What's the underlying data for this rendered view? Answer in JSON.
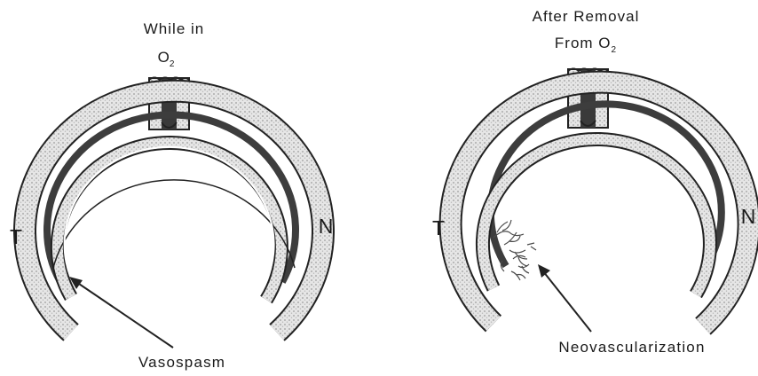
{
  "panels": [
    {
      "heading_line1": "While in",
      "gas": "O",
      "gas_sub": "2",
      "left_label": "T",
      "right_label": "N",
      "callout": "Vasospasm"
    },
    {
      "heading_line1": "After Removal",
      "heading_line2": "From O",
      "gas_sub": "2",
      "left_label": "T",
      "right_label": "N",
      "callout": "Neovascularization"
    }
  ],
  "colors": {
    "ink": "#1a1a1a",
    "stipple": "#cfcfcf",
    "vessel_band": "#3d3d3d",
    "vessels": "#4a4a4a"
  }
}
